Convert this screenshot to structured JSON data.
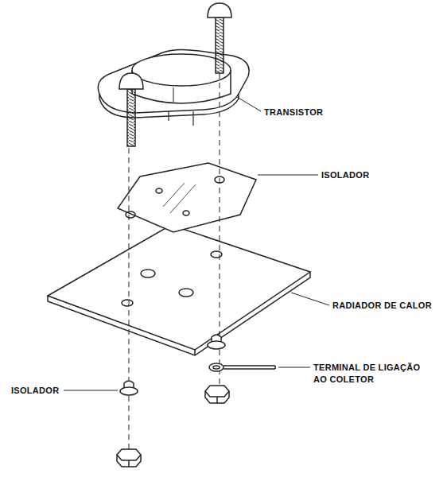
{
  "diagram": {
    "labels": [
      "TRANSISTOR",
      "ISOLADOR",
      "RADIADOR DE CALOR",
      "TERMINAL DE LIGAÇÃO AO COLETOR",
      "ISOLADOR"
    ]
  }
}
